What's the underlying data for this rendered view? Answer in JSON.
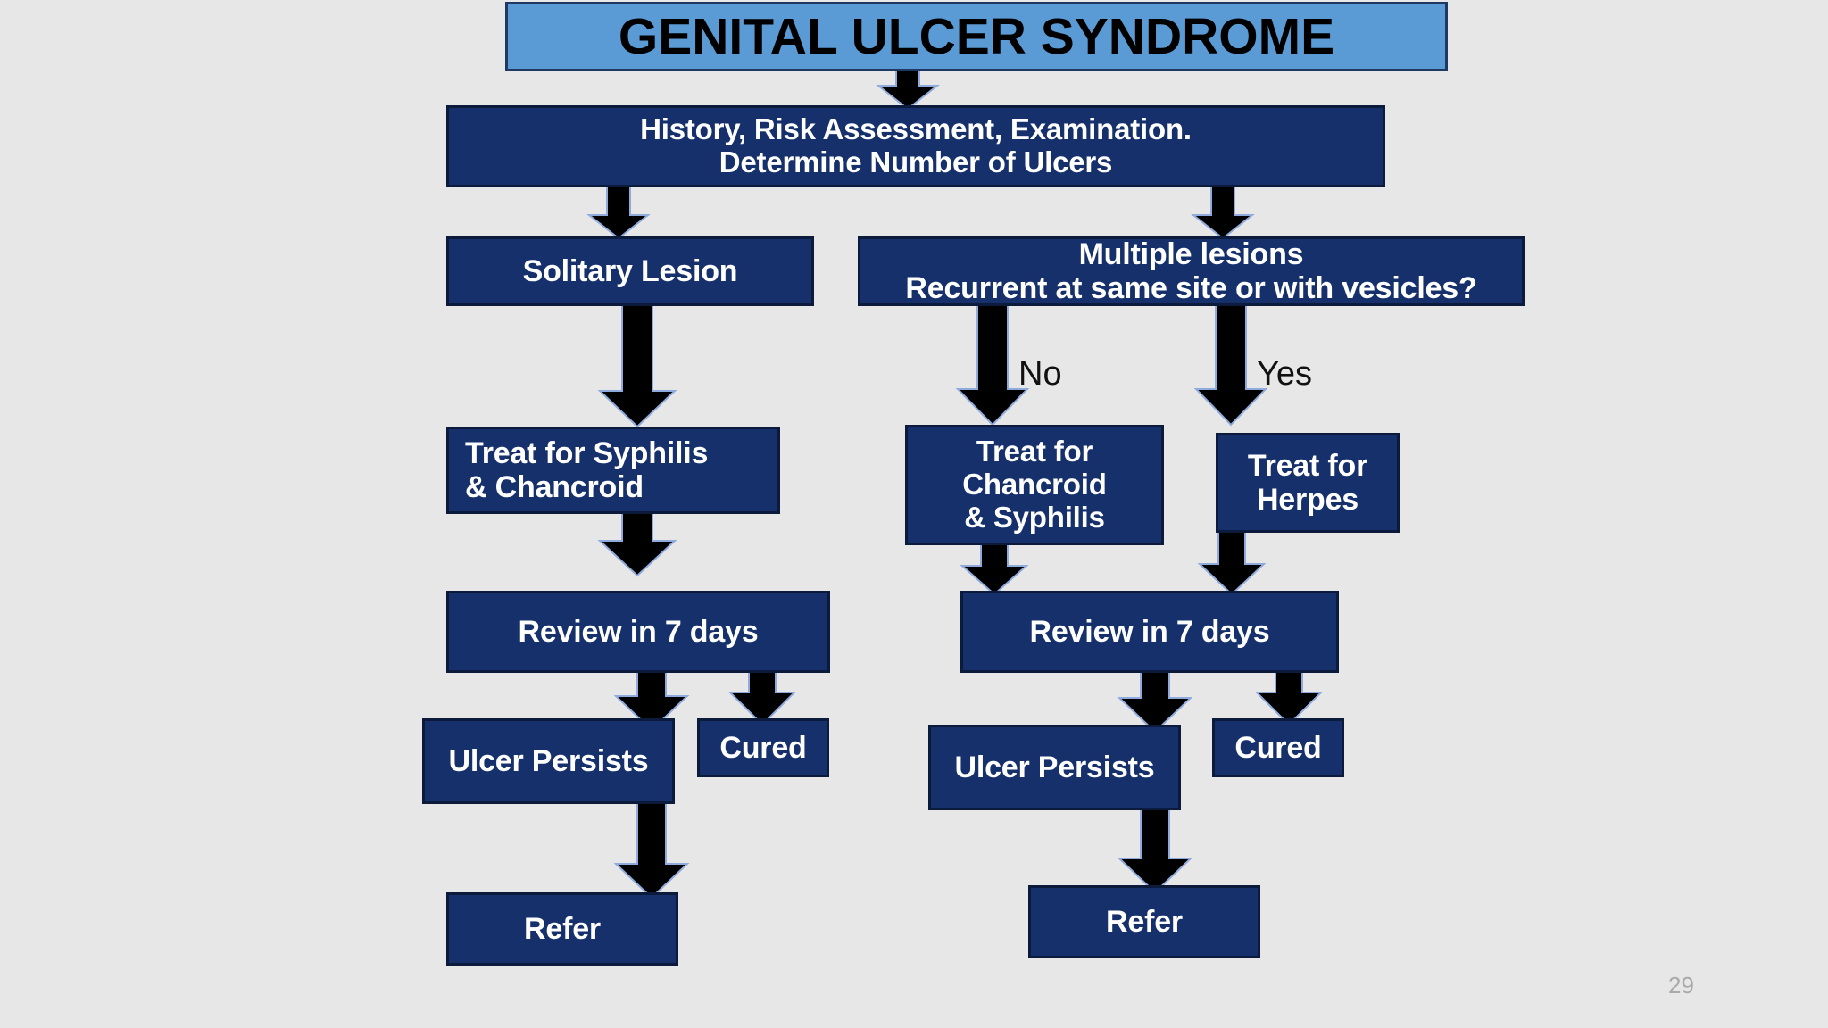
{
  "slide": {
    "page_number": "29",
    "background_color": "#e7e7e7"
  },
  "colors": {
    "title_fill": "#5b9bd5",
    "title_border": "#1f3864",
    "node_fill": "#15306b",
    "node_border": "#0c1a3c",
    "node_text": "#ffffff",
    "arrow_fill": "#000000",
    "arrow_outline": "#8faadc",
    "label_text": "#111111",
    "page_number_text": "#aaaaaa"
  },
  "title": {
    "text": "GENITAL ULCER SYNDROME"
  },
  "nodes": {
    "assessment": {
      "text": "History, Risk Assessment, Examination.\nDetermine Number of Ulcers"
    },
    "solitary_lesion": {
      "text": "Solitary Lesion"
    },
    "multiple_lesions": {
      "text": "Multiple lesions\nRecurrent at same site or with vesicles?"
    },
    "treat_syphilis_chancroid": {
      "text": "Treat for Syphilis\n& Chancroid"
    },
    "treat_chancroid_syphilis": {
      "text": "Treat for\nChancroid\n& Syphilis"
    },
    "treat_herpes": {
      "text": "Treat  for\nHerpes"
    },
    "review_left": {
      "text": "Review in 7 days"
    },
    "review_right": {
      "text": "Review in 7 days"
    },
    "ulcer_persists_left": {
      "text": "Ulcer Persists"
    },
    "cured_left": {
      "text": "Cured"
    },
    "ulcer_persists_right": {
      "text": "Ulcer Persists"
    },
    "cured_right": {
      "text": "Cured"
    },
    "refer_left": {
      "text": "Refer"
    },
    "refer_right": {
      "text": "Refer"
    }
  },
  "branch_labels": {
    "no": "No",
    "yes": "Yes"
  },
  "flow": {
    "type": "flowchart",
    "title": "GENITAL ULCER SYNDROME",
    "edges": [
      {
        "from": "title",
        "to": "assessment",
        "label": ""
      },
      {
        "from": "assessment",
        "to": "solitary_lesion",
        "label": ""
      },
      {
        "from": "assessment",
        "to": "multiple_lesions",
        "label": ""
      },
      {
        "from": "solitary_lesion",
        "to": "treat_syphilis_chancroid",
        "label": ""
      },
      {
        "from": "multiple_lesions",
        "to": "treat_chancroid_syphilis",
        "label": "No"
      },
      {
        "from": "multiple_lesions",
        "to": "treat_herpes",
        "label": "Yes"
      },
      {
        "from": "treat_syphilis_chancroid",
        "to": "review_left",
        "label": ""
      },
      {
        "from": "treat_chancroid_syphilis",
        "to": "review_right",
        "label": ""
      },
      {
        "from": "treat_herpes",
        "to": "review_right",
        "label": ""
      },
      {
        "from": "review_left",
        "to": "ulcer_persists_left",
        "label": ""
      },
      {
        "from": "review_left",
        "to": "cured_left",
        "label": ""
      },
      {
        "from": "review_right",
        "to": "ulcer_persists_right",
        "label": ""
      },
      {
        "from": "review_right",
        "to": "cured_right",
        "label": ""
      },
      {
        "from": "ulcer_persists_left",
        "to": "refer_left",
        "label": ""
      },
      {
        "from": "ulcer_persists_right",
        "to": "refer_right",
        "label": ""
      }
    ]
  }
}
